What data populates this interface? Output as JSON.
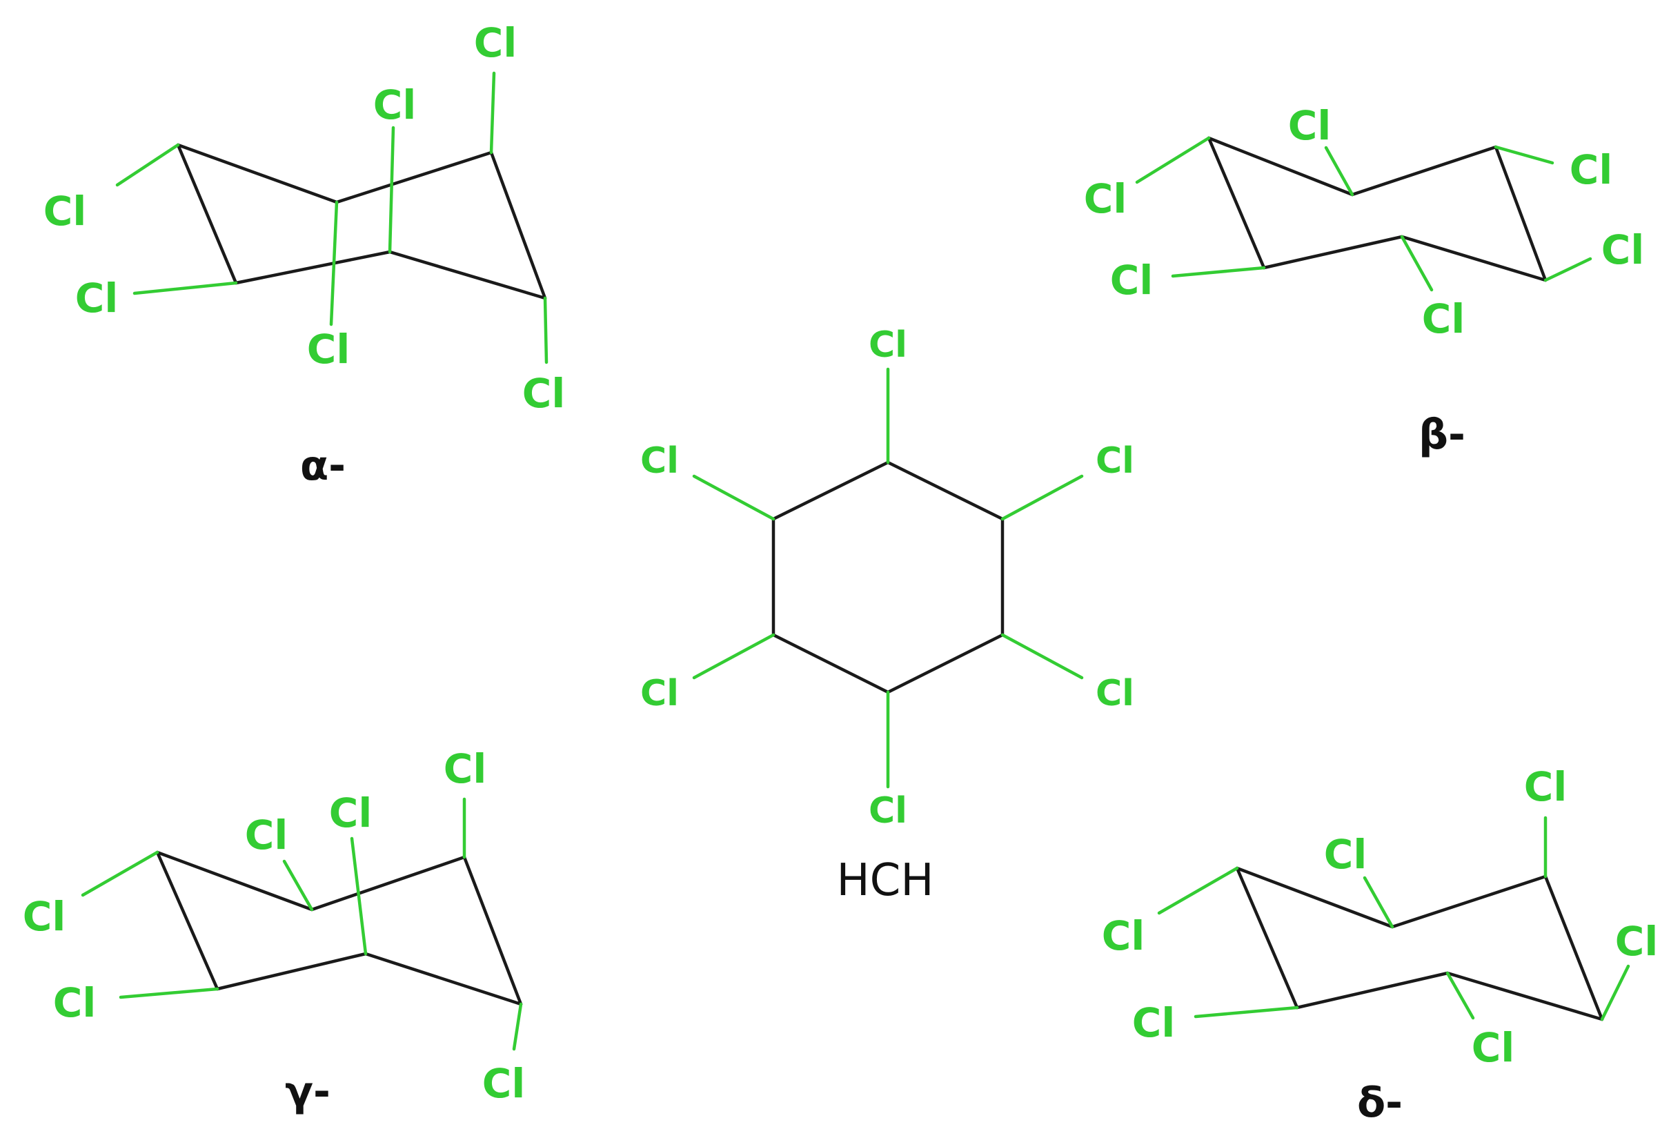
{
  "colors": {
    "chlorine": "#33cc33",
    "bond": "#1a1a1a",
    "label": "#111111"
  },
  "atom_symbol": "Cl",
  "molecules": [
    {
      "id": "alpha",
      "label": "α-"
    },
    {
      "id": "beta",
      "label": "β-"
    },
    {
      "id": "hch",
      "label": "HCH"
    },
    {
      "id": "gamma",
      "label": "γ-"
    },
    {
      "id": "delta",
      "label": "δ-"
    }
  ]
}
